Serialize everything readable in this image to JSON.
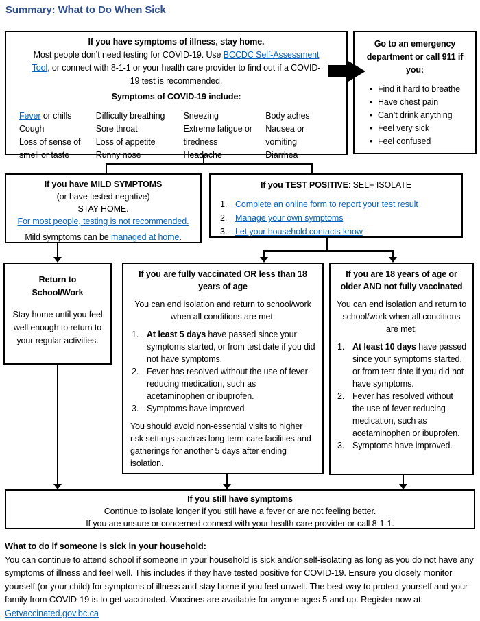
{
  "title": "Summary: What to Do When Sick",
  "colors": {
    "title": "#2e4d8e",
    "link": "#0563c1"
  },
  "top_box": {
    "heading": "If you have symptoms of illness, stay home.",
    "intro_pre": "Most people don’t need testing for COVID-19. Use ",
    "intro_link": "BCCDC Self-Assessment Tool",
    "intro_post": ", or connect with 8-1-1 or your health care provider to find out if a COVID-19 test is recommended.",
    "symptoms_heading": "Symptoms of COVID-19 include:",
    "fever_link": "Fever",
    "fever_rest": " or chills",
    "col1": [
      "Cough",
      "Loss of sense of",
      "smell or taste"
    ],
    "col2": [
      "Difficulty breathing",
      "Sore throat",
      "Loss of appetite",
      "Runny nose"
    ],
    "col3": [
      "Sneezing",
      "Extreme fatigue or",
      "tiredness",
      "Headache"
    ],
    "col4": [
      "Body aches",
      "Nausea or",
      "vomiting",
      "Diarrhea"
    ]
  },
  "emergency_box": {
    "heading": "Go to an emergency department or call 911 if you:",
    "items": [
      "Find it hard to breathe",
      "Have chest pain",
      "Can’t drink anything",
      "Feel very sick",
      "Feel confused"
    ]
  },
  "mild_box": {
    "heading": "If you have MILD SYMPTOMS",
    "line2": "(or have tested negative)",
    "line3": "STAY HOME.",
    "testing_link": "For most people, testing is not recommended.",
    "managed_pre": "Mild symptoms can be ",
    "managed_link": "managed at home",
    "managed_post": "."
  },
  "positive_box": {
    "heading_bold": "If you TEST POSITIVE",
    "heading_rest": ": SELF ISOLATE",
    "items": [
      {
        "num": "1.",
        "link": "Complete an online form to report your test result"
      },
      {
        "num": "2.",
        "link": "Manage your own symptoms"
      },
      {
        "num": "3.",
        "link": "Let your household contacts know"
      }
    ]
  },
  "return_box": {
    "heading_line1": "Return to",
    "heading_line2": "School/Work",
    "body": "Stay home until you feel well enough to return to your regular activities."
  },
  "vaccinated_box": {
    "heading": "If you are fully vaccinated OR less than 18 years of age",
    "body": "You can end isolation and return to school/work when all conditions are met:",
    "items": [
      {
        "num": "1.",
        "bold": "At least 5 days",
        "rest": " have passed since your symptoms started, or from test date if you did not have symptoms."
      },
      {
        "num": "2.",
        "bold": "",
        "rest": "Fever has resolved without the use of fever-reducing medication, such as acetaminophen or ibuprofen."
      },
      {
        "num": "3.",
        "bold": "",
        "rest": "Symptoms have improved"
      }
    ],
    "footer": "You should avoid non-essential visits to higher risk settings such as long-term care facilities and gatherings for another 5 days after ending isolation."
  },
  "unvaccinated_box": {
    "heading": "If you are 18 years of age or older AND not fully vaccinated",
    "body": "You can end isolation and return to school/work when all conditions are met:",
    "items": [
      {
        "num": "1.",
        "bold": "At least 10 days",
        "rest": " have passed since your symptoms started, or from test date if you did not have symptoms."
      },
      {
        "num": "2.",
        "bold": "",
        "rest": "Fever has resolved without the use of fever-reducing medication, such as acetaminophen or ibuprofen."
      },
      {
        "num": "3.",
        "bold": "",
        "rest": "Symptoms have improved."
      }
    ]
  },
  "still_symptoms_box": {
    "heading": "If you still have symptoms",
    "line1": "Continue to isolate longer if you still have a fever or are not feeling better.",
    "line2": "If you are unsure or concerned connect with your health care provider or call 8-1-1."
  },
  "household_section": {
    "heading": "What to do if someone is sick in your household:",
    "body": "You can continue to attend school if someone in your household is sick and/or self-isolating as long as you do not have any symptoms of illness and feel well. This includes if they have tested positive for COVID-19. Ensure you closely monitor yourself (or your child) for symptoms of illness and stay home if you feel unwell. The best way to protect yourself and your family from COVID-19 is to get vaccinated. Vaccines are available for anyone ages 5 and up. Register now at:",
    "link": "Getvaccinated.gov.bc.ca"
  }
}
